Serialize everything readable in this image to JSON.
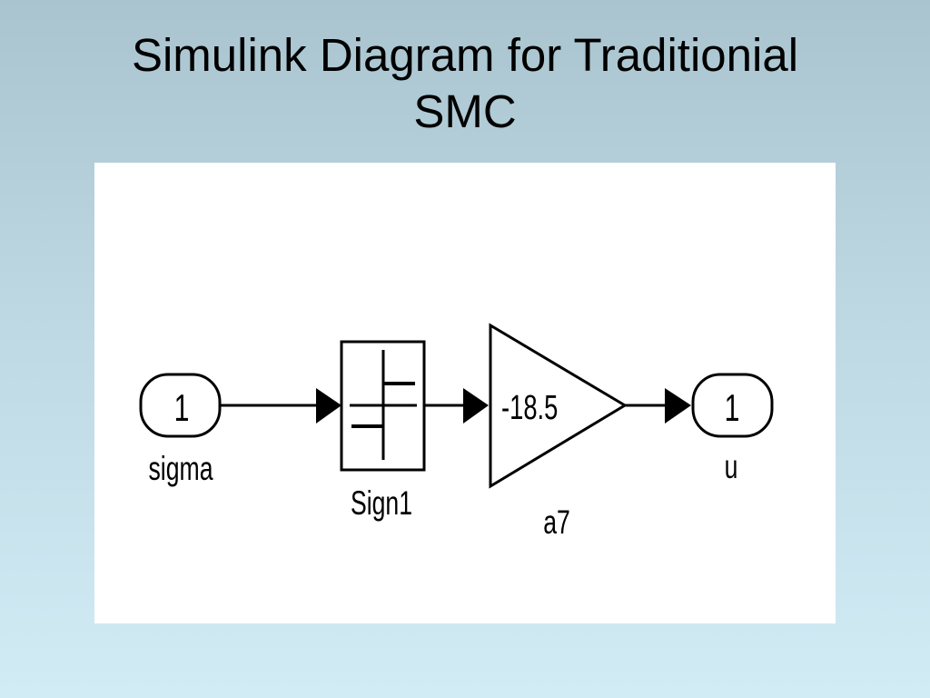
{
  "slide": {
    "title_line1": "Simulink Diagram for Traditionial",
    "title_line2": "SMC"
  },
  "diagram": {
    "inport": {
      "port_number": "1",
      "name": "sigma"
    },
    "sign_block": {
      "name": "Sign1"
    },
    "gain_block": {
      "gain_value": "-18.5",
      "name": "a7"
    },
    "outport": {
      "port_number": "1",
      "name": "u"
    }
  }
}
